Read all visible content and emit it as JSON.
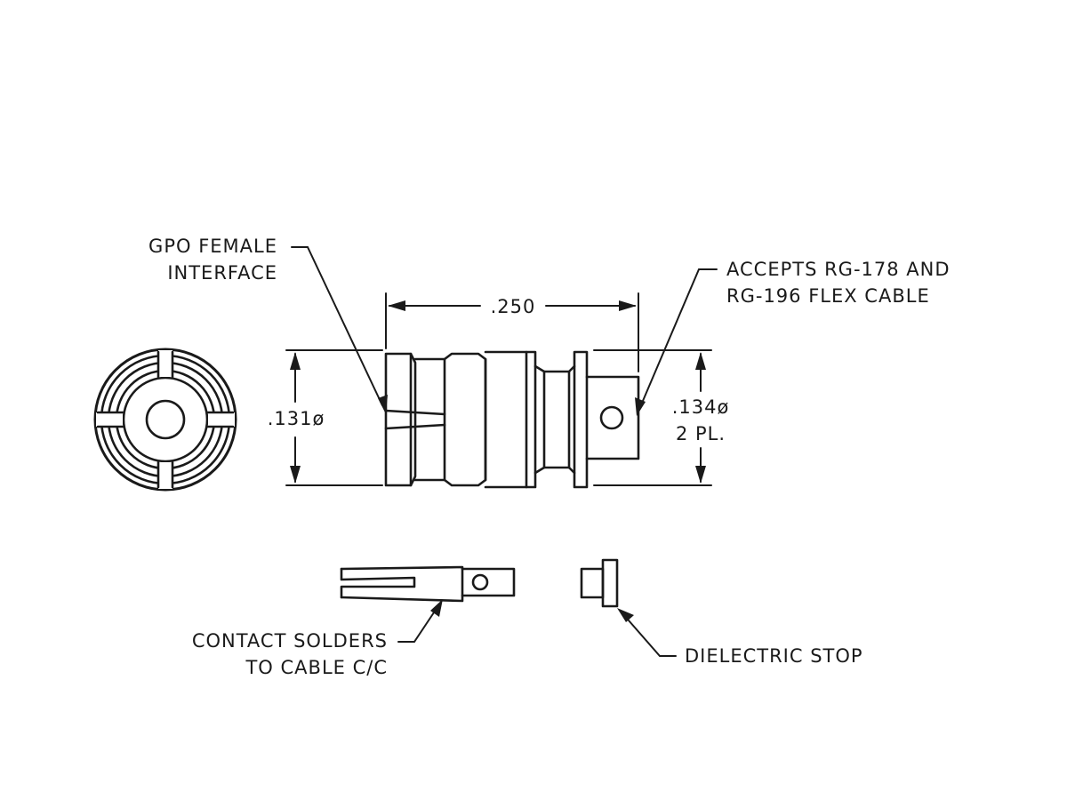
{
  "colors": {
    "ink": "#1a1a1a",
    "background": "#ffffff"
  },
  "labels": {
    "gpo_interface": [
      "GPO FEMALE",
      "INTERFACE"
    ],
    "accepts_cable": [
      "ACCEPTS RG-178 AND",
      "RG-196 FLEX CABLE"
    ],
    "contact": [
      "CONTACT SOLDERS",
      "TO CABLE C/C"
    ],
    "dielectric": "DIELECTRIC STOP"
  },
  "dimensions": {
    "length": ".250",
    "diameter_left": ".131ø",
    "diameter_right": [
      ".134ø",
      "2 PL."
    ]
  }
}
